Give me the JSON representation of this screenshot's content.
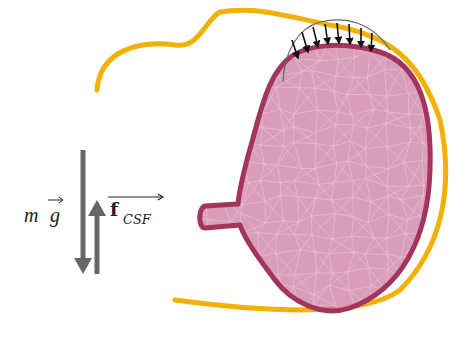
{
  "diagram": {
    "labels": [
      "m",
      "g",
      "f",
      "CSF"
    ]
  }
}
